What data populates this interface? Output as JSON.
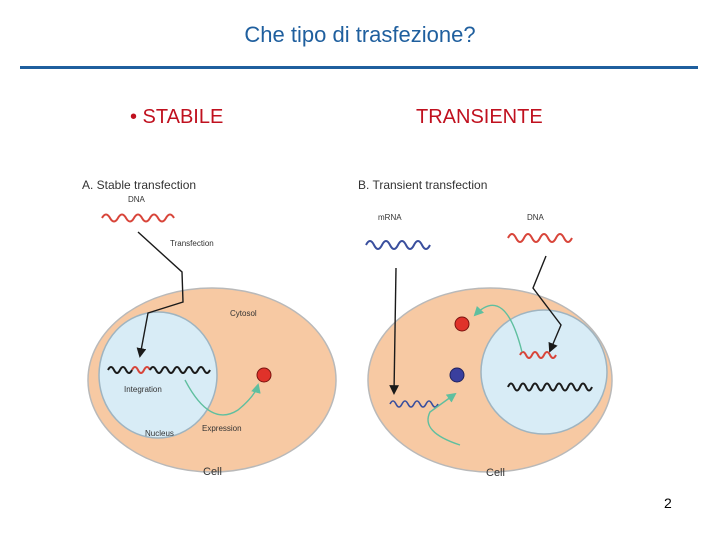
{
  "slide": {
    "title": "Che tipo di trasfezione?",
    "heading_left": "• STABILE",
    "heading_right": "TRANSIENTE",
    "page_number": "2"
  },
  "figure": {
    "panel_a": {
      "title": "A. Stable transfection",
      "dna_label": "DNA",
      "transfection_label": "Transfection",
      "cytosol_label": "Cytosol",
      "integration_label": "Integration",
      "nucleus_label": "Nucleus",
      "expression_label": "Expression",
      "cell_label": "Cell"
    },
    "panel_b": {
      "title": "B. Transient transfection",
      "mrna_label": "mRNA",
      "dna_label": "DNA",
      "cell_label": "Cell"
    },
    "colors": {
      "title_blue": "#1f5f9e",
      "heading_red": "#c0111f",
      "cytosol": "#f7c9a3",
      "nucleus": "#d8ecf6",
      "dna_red": "#d8453a",
      "mrna_blue": "#3a4f9e",
      "chromosome": "#1a1a1a",
      "expression_arrow": "#5fbf9f",
      "protein_red": "#e0322a",
      "protein_blue": "#3a3f9e"
    }
  }
}
